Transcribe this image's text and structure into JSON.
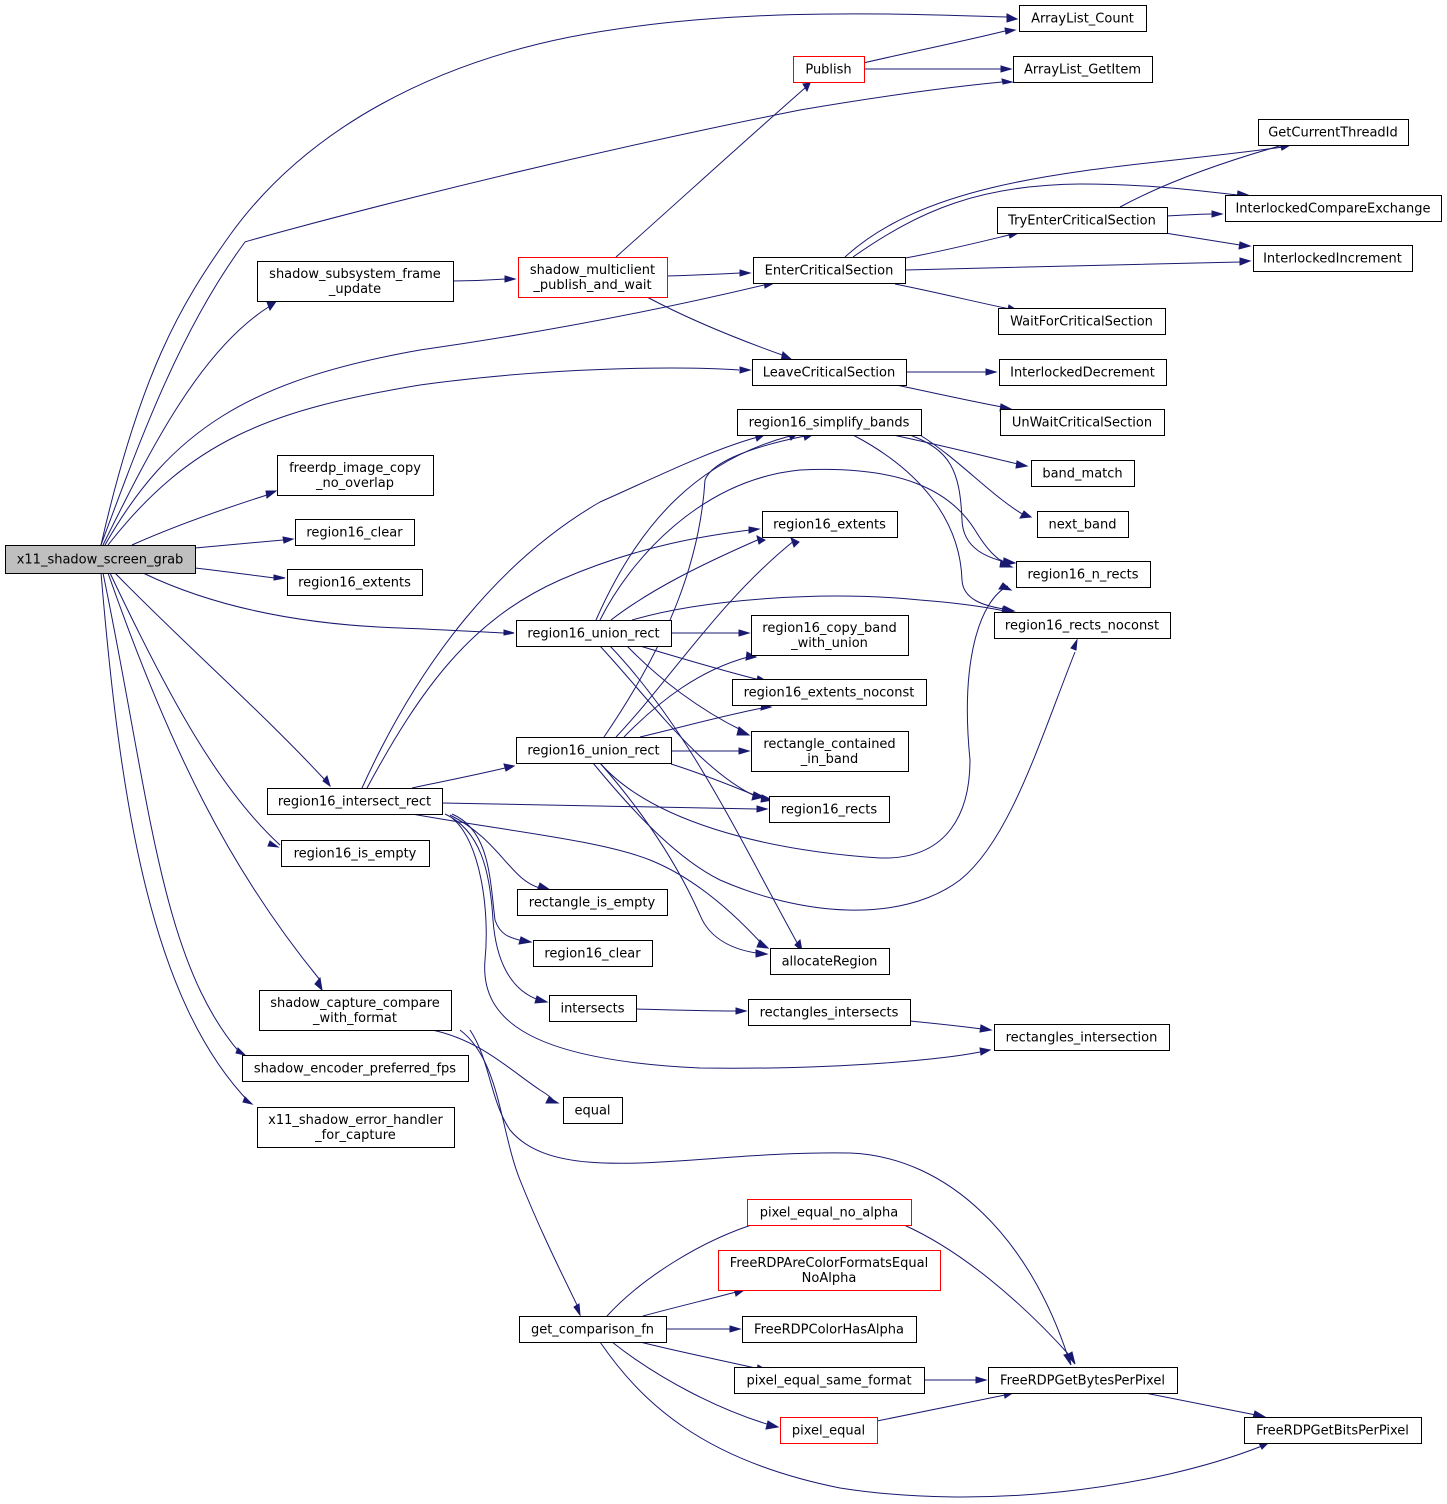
{
  "nodes": [
    {
      "id": "root",
      "lines": [
        "x11_shadow_screen_grab"
      ],
      "style": "root"
    },
    {
      "id": "ss_frame_update",
      "lines": [
        "shadow_subsystem_frame",
        "_update"
      ],
      "style": "normal"
    },
    {
      "id": "multiclient",
      "lines": [
        "shadow_multiclient",
        "_publish_and_wait"
      ],
      "style": "red"
    },
    {
      "id": "publish",
      "lines": [
        "Publish"
      ],
      "style": "red"
    },
    {
      "id": "arraylist_count",
      "lines": [
        "ArrayList_Count"
      ],
      "style": "normal"
    },
    {
      "id": "arraylist_getitem",
      "lines": [
        "ArrayList_GetItem"
      ],
      "style": "normal"
    },
    {
      "id": "getcurrentthreadid",
      "lines": [
        "GetCurrentThreadId"
      ],
      "style": "normal"
    },
    {
      "id": "tryenter",
      "lines": [
        "TryEnterCriticalSection"
      ],
      "style": "normal"
    },
    {
      "id": "interlockedcompare",
      "lines": [
        "InterlockedCompareExchange"
      ],
      "style": "normal"
    },
    {
      "id": "entercs",
      "lines": [
        "EnterCriticalSection"
      ],
      "style": "normal"
    },
    {
      "id": "interlockedinc",
      "lines": [
        "InterlockedIncrement"
      ],
      "style": "normal"
    },
    {
      "id": "waitforcs",
      "lines": [
        "WaitForCriticalSection"
      ],
      "style": "normal"
    },
    {
      "id": "leavecs",
      "lines": [
        "LeaveCriticalSection"
      ],
      "style": "normal"
    },
    {
      "id": "interlockeddec",
      "lines": [
        "InterlockedDecrement"
      ],
      "style": "normal"
    },
    {
      "id": "unwaitcs",
      "lines": [
        "UnWaitCriticalSection"
      ],
      "style": "normal"
    },
    {
      "id": "simplify",
      "lines": [
        "region16_simplify_bands"
      ],
      "style": "normal"
    },
    {
      "id": "band_match",
      "lines": [
        "band_match"
      ],
      "style": "normal"
    },
    {
      "id": "next_band",
      "lines": [
        "next_band"
      ],
      "style": "normal"
    },
    {
      "id": "extents_mid",
      "lines": [
        "region16_extents"
      ],
      "style": "normal"
    },
    {
      "id": "n_rects",
      "lines": [
        "region16_n_rects"
      ],
      "style": "normal"
    },
    {
      "id": "rects_noconst",
      "lines": [
        "region16_rects_noconst"
      ],
      "style": "normal"
    },
    {
      "id": "copy_band",
      "lines": [
        "region16_copy_band",
        "_with_union"
      ],
      "style": "normal"
    },
    {
      "id": "extents_noconst",
      "lines": [
        "region16_extents_noconst"
      ],
      "style": "normal"
    },
    {
      "id": "rect_contained",
      "lines": [
        "rectangle_contained",
        "_in_band"
      ],
      "style": "normal"
    },
    {
      "id": "rects",
      "lines": [
        "region16_rects"
      ],
      "style": "normal"
    },
    {
      "id": "union1",
      "lines": [
        "region16_union_rect"
      ],
      "style": "normal"
    },
    {
      "id": "union2",
      "lines": [
        "region16_union_rect"
      ],
      "style": "normal"
    },
    {
      "id": "freerdp_copy",
      "lines": [
        "freerdp_image_copy",
        "_no_overlap"
      ],
      "style": "normal"
    },
    {
      "id": "clear_left",
      "lines": [
        "region16_clear"
      ],
      "style": "normal"
    },
    {
      "id": "extents_left",
      "lines": [
        "region16_extents"
      ],
      "style": "normal"
    },
    {
      "id": "intersect_rect",
      "lines": [
        "region16_intersect_rect"
      ],
      "style": "normal"
    },
    {
      "id": "is_empty",
      "lines": [
        "region16_is_empty"
      ],
      "style": "normal"
    },
    {
      "id": "rect_is_empty",
      "lines": [
        "rectangle_is_empty"
      ],
      "style": "normal"
    },
    {
      "id": "clear_mid",
      "lines": [
        "region16_clear"
      ],
      "style": "normal"
    },
    {
      "id": "allocate",
      "lines": [
        "allocateRegion"
      ],
      "style": "normal"
    },
    {
      "id": "intersects",
      "lines": [
        "intersects"
      ],
      "style": "normal"
    },
    {
      "id": "rects_intersects",
      "lines": [
        "rectangles_intersects"
      ],
      "style": "normal"
    },
    {
      "id": "rects_intersection",
      "lines": [
        "rectangles_intersection"
      ],
      "style": "normal"
    },
    {
      "id": "capture_compare",
      "lines": [
        "shadow_capture_compare",
        "_with_format"
      ],
      "style": "normal"
    },
    {
      "id": "encoder_fps",
      "lines": [
        "shadow_encoder_preferred_fps"
      ],
      "style": "normal"
    },
    {
      "id": "error_handler",
      "lines": [
        "x11_shadow_error_handler",
        "_for_capture"
      ],
      "style": "normal"
    },
    {
      "id": "equal",
      "lines": [
        "equal"
      ],
      "style": "normal"
    },
    {
      "id": "pixel_no_alpha",
      "lines": [
        "pixel_equal_no_alpha"
      ],
      "style": "red"
    },
    {
      "id": "color_formats_equal",
      "lines": [
        "FreeRDPAreColorFormatsEqual",
        "NoAlpha"
      ],
      "style": "red"
    },
    {
      "id": "get_comparison",
      "lines": [
        "get_comparison_fn"
      ],
      "style": "normal"
    },
    {
      "id": "color_has_alpha",
      "lines": [
        "FreeRDPColorHasAlpha"
      ],
      "style": "normal"
    },
    {
      "id": "pixel_same_format",
      "lines": [
        "pixel_equal_same_format"
      ],
      "style": "normal"
    },
    {
      "id": "bytes_per_pixel",
      "lines": [
        "FreeRDPGetBytesPerPixel"
      ],
      "style": "normal"
    },
    {
      "id": "pixel_equal",
      "lines": [
        "pixel_equal"
      ],
      "style": "red"
    },
    {
      "id": "bits_per_pixel",
      "lines": [
        "FreeRDPGetBitsPerPixel"
      ],
      "style": "normal"
    }
  ],
  "colors": {
    "edge": "#191970",
    "root_fill": "#bfbfbf",
    "highlight_border": "#ff0000",
    "node_border": "#000000"
  }
}
